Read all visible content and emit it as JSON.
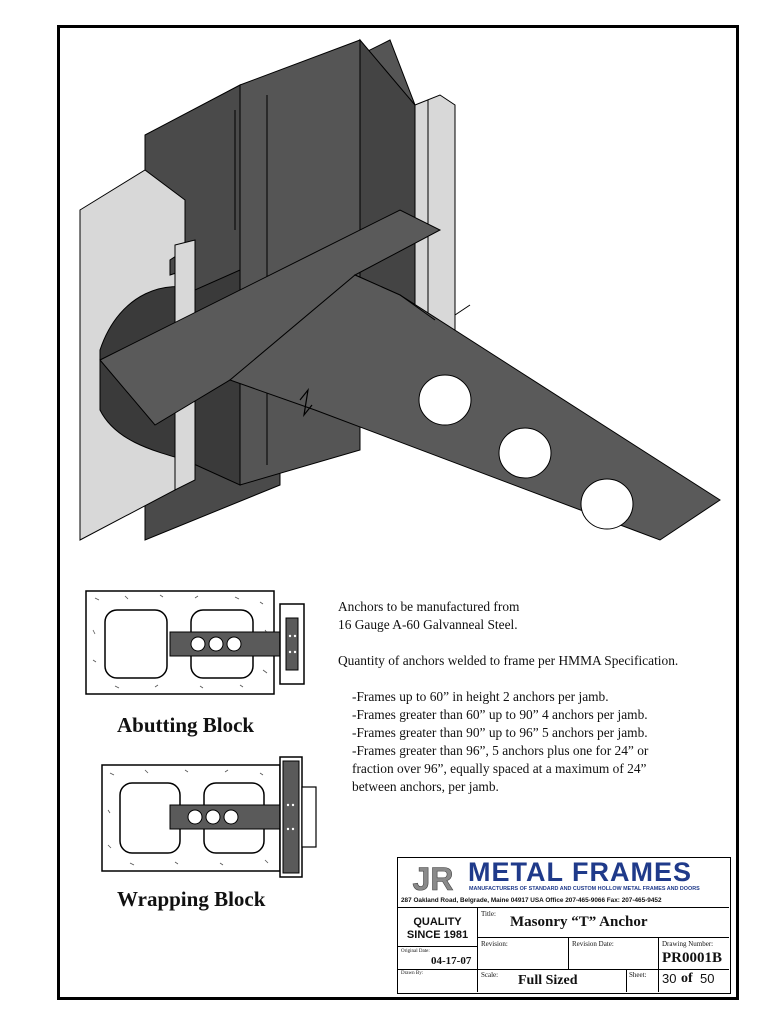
{
  "captions": {
    "abutting": "Abutting Block",
    "wrapping": "Wrapping Block"
  },
  "notes": {
    "material_1": "Anchors to be manufactured from",
    "material_2": "16 Gauge A-60 Galvanneal Steel.",
    "quantity": "Quantity of anchors welded to frame per HMMA Specification.",
    "rules": [
      "-Frames up to 60” in height 2 anchors per jamb.",
      "-Frames greater than 60” up to 90” 4 anchors per jamb.",
      "-Frames greater than 90” up to 96” 5 anchors per jamb.",
      "-Frames greater than 96”, 5 anchors plus one for 24” or",
      "fraction over 96”, equally spaced at a maximum of 24”",
      "between anchors, per jamb."
    ]
  },
  "title_block": {
    "logo_letters": "JR",
    "company": "METAL FRAMES",
    "tagline": "MANUFACTURERS OF STANDARD AND CUSTOM HOLLOW METAL FRAMES AND DOORS",
    "address": "287 Oakland Road, Belgrade, Maine 04917 USA   Office  207-465-9066  Fax:  207-465-9452",
    "quality_1": "QUALITY",
    "quality_2": "SINCE 1981",
    "title_label": "Title:",
    "title": "Masonry “T” Anchor",
    "revision_label": "Revision:",
    "revision_date_label": "Revision Date:",
    "drawing_number_label": "Drawing Number:",
    "drawing_number": "PR0001B",
    "original_date_label": "Original Date:",
    "original_date": "04-17-07",
    "drawn_by_label": "Drawn By:",
    "scale_label": "Scale:",
    "scale": "Full Sized",
    "sheet_label": "Sheet:",
    "sheet_number": "30",
    "sheet_of": "of",
    "sheet_total": "50"
  },
  "colors": {
    "frame_dark": "#4a4a4a",
    "frame_light": "#d8d8d8",
    "anchor": "#5a5a5a",
    "logo_blue": "#1f3a8a"
  }
}
